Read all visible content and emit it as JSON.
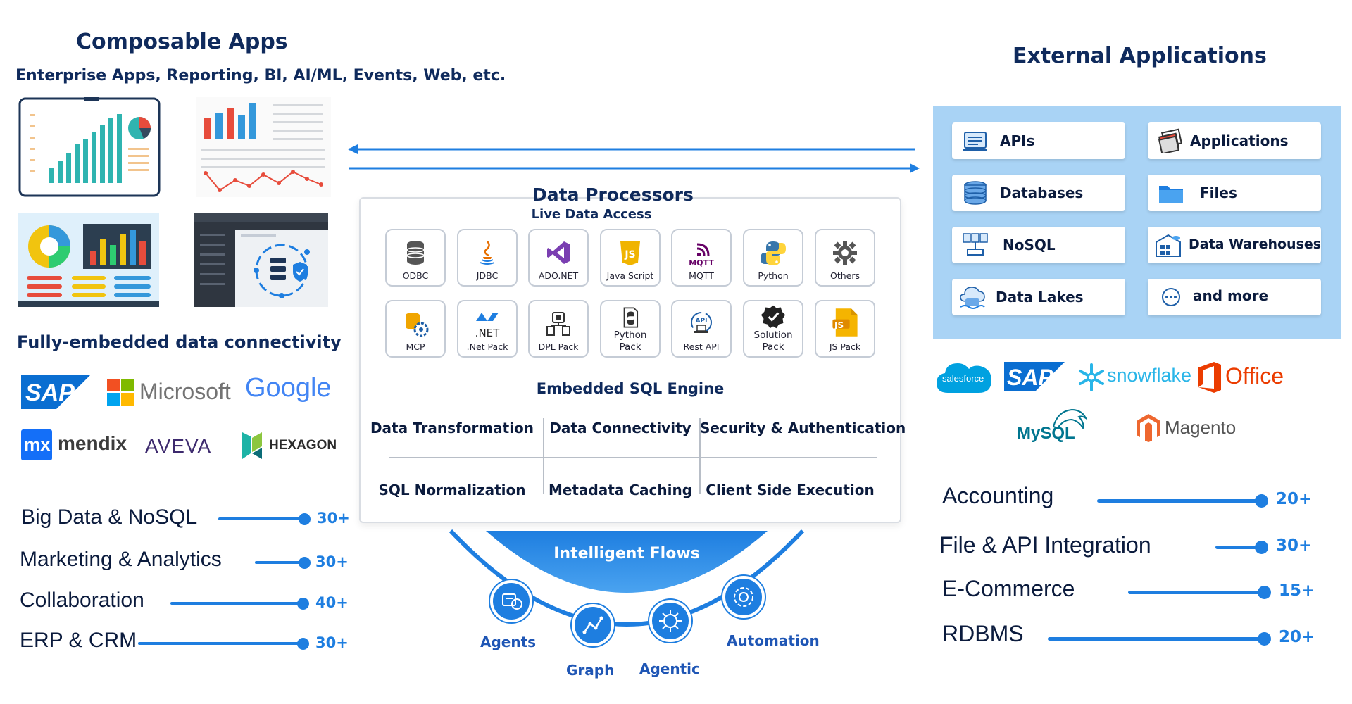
{
  "left": {
    "title": "Composable Apps",
    "subtitle": "Enterprise Apps, Reporting, BI, AI/ML, Events, Web, etc.",
    "embedded_title": "Fully-embedded data connectivity",
    "logos": {
      "sap": "SAP",
      "microsoft": "Microsoft",
      "google": "Google",
      "mx": "mx",
      "mendix": "mendix",
      "aveva": "AVEVA",
      "hexagon": "HEXAGON"
    },
    "categories": [
      {
        "label": "Big Data & NoSQL",
        "count": "30+"
      },
      {
        "label": "Marketing & Analytics",
        "count": "30+"
      },
      {
        "label": "Collaboration",
        "count": "40+"
      },
      {
        "label": "ERP & CRM",
        "count": "30+"
      }
    ]
  },
  "center": {
    "title": "Data Processors",
    "subtitle": "Live Data Access",
    "connectors_row1": [
      {
        "label": "ODBC",
        "icon": "database-icon"
      },
      {
        "label": "JDBC",
        "icon": "java-icon"
      },
      {
        "label": "ADO.NET",
        "icon": "visual-studio-icon"
      },
      {
        "label": "Java Script",
        "icon": "javascript-icon"
      },
      {
        "label": "MQTT",
        "icon": "mqtt-icon"
      },
      {
        "label": "Python",
        "icon": "python-icon"
      },
      {
        "label": "Others",
        "icon": "gear-icon"
      }
    ],
    "connectors_row2": [
      {
        "label": "MCP",
        "icon": "mcp-icon"
      },
      {
        "label": ".Net Pack",
        "icon": "dotnet-icon",
        "glyph": ".NET"
      },
      {
        "label": "DPL Pack",
        "icon": "dpl-icon"
      },
      {
        "label": "Python Pack",
        "icon": "python-pack-icon"
      },
      {
        "label": "Rest API",
        "icon": "rest-api-icon"
      },
      {
        "label": "Solution Pack",
        "icon": "solution-badge-icon"
      },
      {
        "label": "JS Pack",
        "icon": "js-file-icon",
        "glyph": "JS"
      }
    ],
    "sql_title": "Embedded SQL Engine",
    "features": [
      "Data Transformation",
      "Data Connectivity",
      "Security & Authentication",
      "SQL Normalization",
      "Metadata Caching",
      "Client Side Execution"
    ],
    "flows_title": "Intelligent Flows",
    "flows": [
      "Agents",
      "Graph",
      "Agentic",
      "Automation"
    ]
  },
  "right": {
    "title": "External Applications",
    "items": [
      {
        "label": "APIs",
        "icon": "api-icon"
      },
      {
        "label": "Applications",
        "icon": "applications-icon"
      },
      {
        "label": "Databases",
        "icon": "database-icon"
      },
      {
        "label": "Files",
        "icon": "folder-icon"
      },
      {
        "label": "NoSQL",
        "icon": "nosql-icon"
      },
      {
        "label": "Data Warehouses",
        "icon": "warehouse-icon"
      },
      {
        "label": "Data Lakes",
        "icon": "data-lake-icon"
      },
      {
        "label": "and more",
        "icon": "more-icon"
      }
    ],
    "logos": {
      "salesforce": "salesforce",
      "sap": "SAP",
      "snowflake": "snowflake",
      "office": "Office",
      "mysql": "MySQL",
      "magento": "Magento"
    },
    "categories": [
      {
        "label": "Accounting",
        "count": "20+"
      },
      {
        "label": "File & API Integration",
        "count": "30+"
      },
      {
        "label": "E-Commerce",
        "count": "15+"
      },
      {
        "label": "RDBMS",
        "count": "20+"
      }
    ]
  },
  "colors": {
    "accent": "#1e7ee0",
    "navy": "#0f2a5c",
    "panel": "#a9d3f5"
  }
}
